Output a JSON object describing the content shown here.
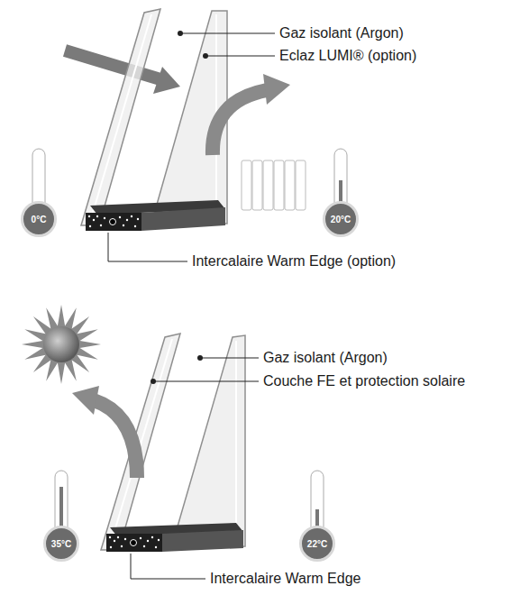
{
  "diagram": {
    "nodes": [
      {
        "text": [
          "0°C"
        ]
      },
      {
        "text": [
          "20°C"
        ]
      },
      {
        "text": [
          "35°C"
        ]
      },
      {
        "text": [
          "22°C"
        ]
      }
    ],
    "labels": [
      "Gaz isolant (Argon)",
      "Eclaz LUMI® (option)",
      "Intercalaire Warm Edge (option)",
      "Gaz isolant (Argon)",
      "Couche FE et protection solaire",
      "Intercalaire Warm Edge"
    ]
  }
}
